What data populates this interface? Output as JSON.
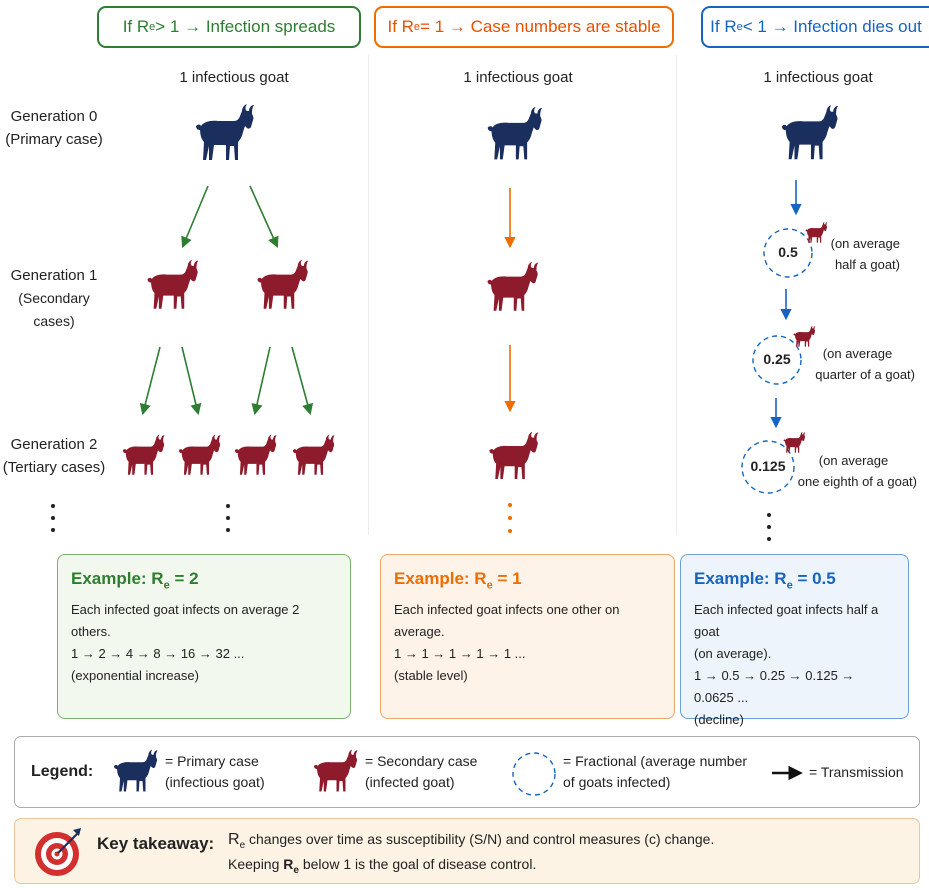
{
  "headers": [
    {
      "prefix": "If R",
      "sub": "e",
      "suffix": " > 1 → Infection spreads",
      "color": "#2e7d32"
    },
    {
      "prefix": "If R",
      "sub": "e",
      "suffix": " = 1 → Case numbers are stable",
      "color": "#e65100"
    },
    {
      "prefix": "If R",
      "sub": "e",
      "suffix": " < 1 → Infection dies out",
      "color": "#1565c0"
    }
  ],
  "goat_label": "1 infectious goat",
  "generations": [
    {
      "title": "Generation 0",
      "subtitle": "(Primary case)"
    },
    {
      "title": "Generation 1",
      "subtitle": "(Secondary cases)"
    },
    {
      "title": "Generation 2",
      "subtitle": "(Tertiary cases)"
    }
  ],
  "fractions": [
    {
      "value": "0.5",
      "note_line1": "(on average",
      "note_line2": "half a goat)"
    },
    {
      "value": "0.25",
      "note_line1": "(on average",
      "note_line2": "quarter of a goat)"
    },
    {
      "value": "0.125",
      "note_line1": "(on average",
      "note_line2": "one eighth of a goat)"
    }
  ],
  "examples": [
    {
      "title_prefix": "Example:  R",
      "sub": "e",
      "title_suffix": " = 2",
      "line1": "Each infected goat infects on average 2 others.",
      "line2": "1 → 2 → 4 → 8 → 16 → 32 ...",
      "line3": "(exponential increase)",
      "line4": ""
    },
    {
      "title_prefix": "Example:  R",
      "sub": "e",
      "title_suffix": " = 1",
      "line1": "Each infected goat infects one other on average.",
      "line2": "1 → 1 → 1 → 1 → 1 ...",
      "line3": "(stable level)",
      "line4": ""
    },
    {
      "title_prefix": "Example:  R",
      "sub": "e",
      "title_suffix": " = 0.5",
      "line1": "Each infected goat infects half a goat",
      "line2": "(on average).",
      "line3": "1 → 0.5 → 0.25 → 0.125 → 0.0625 ...",
      "line4": "(decline)"
    }
  ],
  "legend": {
    "title": "Legend:",
    "primary_line1": "= Primary case",
    "primary_line2": "(infectious goat)",
    "secondary_line1": "= Secondary case",
    "secondary_line2": "(infected goat)",
    "fractional_line1": "= Fractional (average number",
    "fractional_line2": "of goats infected)",
    "transmission": "= Transmission"
  },
  "takeaway": {
    "title": "Key takeaway:",
    "line1_prefix": "R",
    "line1_sub": "e",
    "line1_suffix": "  changes over time as susceptibility (S/N) and control measures (c) change.",
    "line2_prefix": "Keeping ",
    "line2_r": "R",
    "line2_sub": "e",
    "line2_suffix": "  below 1 is the goal of disease control."
  },
  "colors": {
    "green": "#2e7d32",
    "orange": "#ef6c00",
    "blue": "#1565c0",
    "primary_goat": "#1b2f5e",
    "secondary_goat": "#8e1b2c",
    "green_bg": "#f3f8ee",
    "orange_bg": "#fdf3e8",
    "blue_bg": "#eef4fb",
    "takeaway_bg": "#fdf3e4"
  },
  "icons": {
    "primary": "goat-icon",
    "secondary": "goat-icon",
    "target": "target-icon"
  }
}
